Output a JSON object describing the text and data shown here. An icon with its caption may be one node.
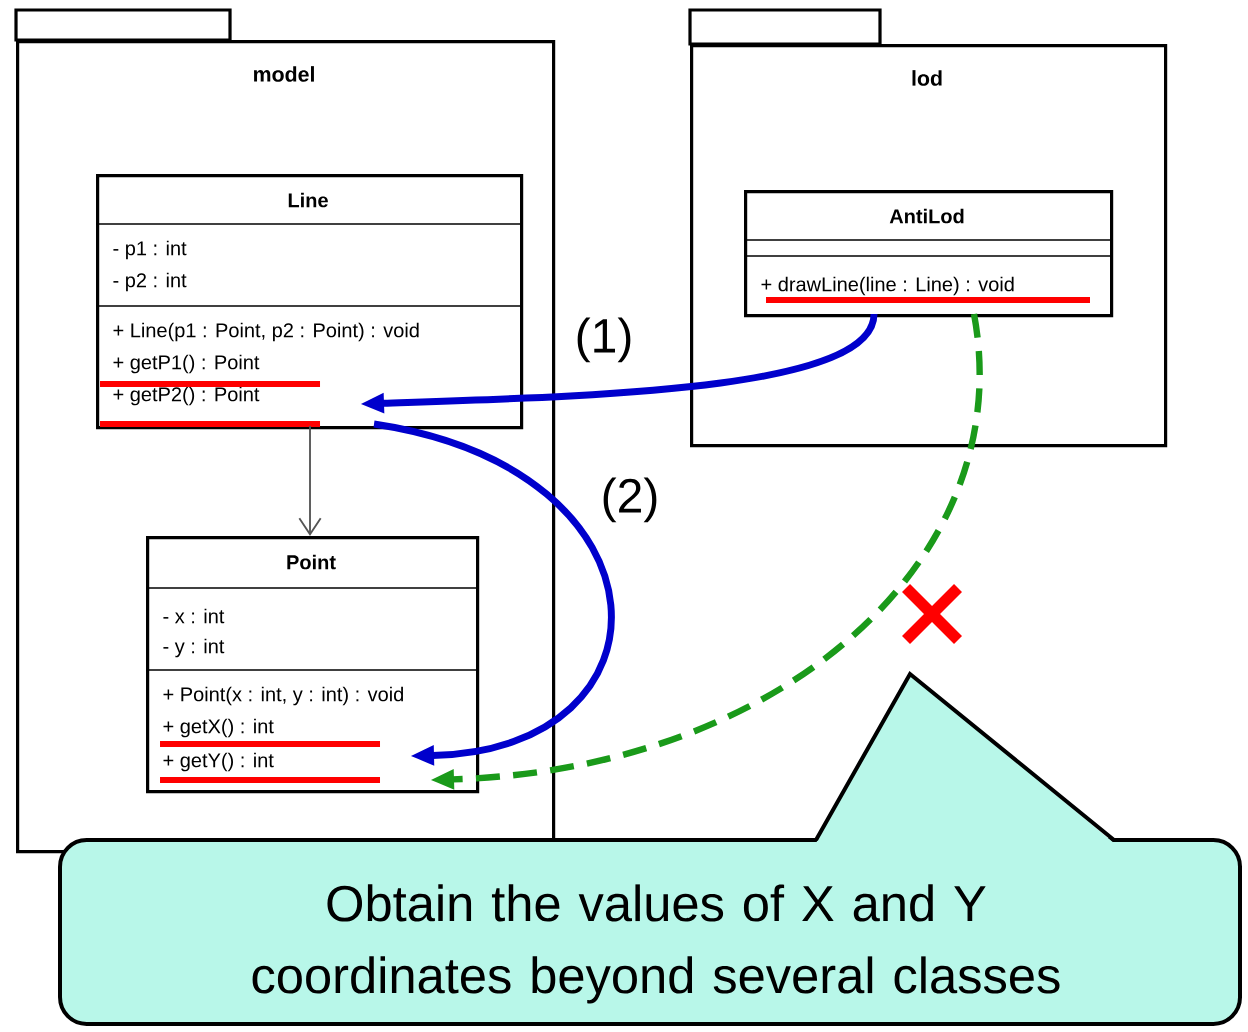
{
  "diagram": {
    "nodes": [
      {
        "text": [
          "model"
        ]
      },
      {
        "text": [
          "Line",
          "- p1 : int",
          "- p2 : int",
          "+ Line(p1 : Point, p2 : Point) : void",
          "+ getP1() : Point",
          "+ getP2() : Point"
        ],
        "in": 0
      },
      {
        "text": [
          "Point",
          "- x : int",
          "- y : int",
          "+ Point(x : int, y : int) : void",
          "+ getX() : int",
          "+ getY() : int"
        ],
        "in": 0
      },
      {
        "text": [
          "lod"
        ]
      },
      {
        "text": [
          "AntiLod",
          "+ drawLine(line : Line) : void"
        ],
        "in": 3
      },
      {
        "text": [
          "Obtain the values of X and Y coordinates beyond several classes"
        ]
      }
    ],
    "edges": [
      {
        "from": 1,
        "to": 2,
        "arrow": "to",
        "color": "#555555"
      },
      {
        "from": 4,
        "to": 1,
        "arrow": "to",
        "label": "(1)",
        "color": "#0000cc"
      },
      {
        "from": 1,
        "to": 2,
        "arrow": "to",
        "label": "(2)",
        "color": "#0000cc"
      },
      {
        "from": 4,
        "to": 2,
        "arrow": "to",
        "style": "dashed",
        "color": "#1a9a1a"
      }
    ]
  }
}
